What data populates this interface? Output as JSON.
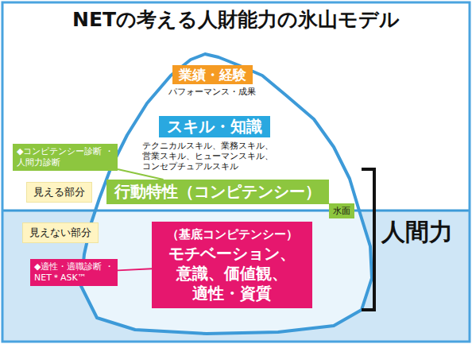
{
  "diagram": {
    "title": "NETの考える人財能力の氷山モデル",
    "nodes": [
      {
        "text": [
          "業績・経験",
          "パフォーマンス・成果"
        ]
      },
      {
        "text": [
          "スキル・知識",
          "テクニカルスキル、業務スキル、 営業スキル、ヒューマンスキル、 コンセプチュアルスキル"
        ]
      },
      {
        "text": [
          "◆コンピテンシー診断 ・人間力診断"
        ]
      },
      {
        "text": [
          "見える部分"
        ]
      },
      {
        "text": [
          "行動特性（コンピテンシー）"
        ]
      },
      {
        "text": [
          "水面"
        ]
      },
      {
        "text": [
          "見えない部分"
        ]
      },
      {
        "text": [
          "（基底コンピテンシー）",
          "モチベーション、 意識、価値観、 適性・資質"
        ]
      },
      {
        "text": [
          "◆適性・適職診断 ・NET＊ASK™"
        ]
      }
    ],
    "edges": [
      {
        "from": 2,
        "to": 4,
        "arrow": "none"
      },
      {
        "from": 8,
        "to": 7,
        "arrow": "none"
      }
    ],
    "labels": [
      "人間力"
    ]
  }
}
